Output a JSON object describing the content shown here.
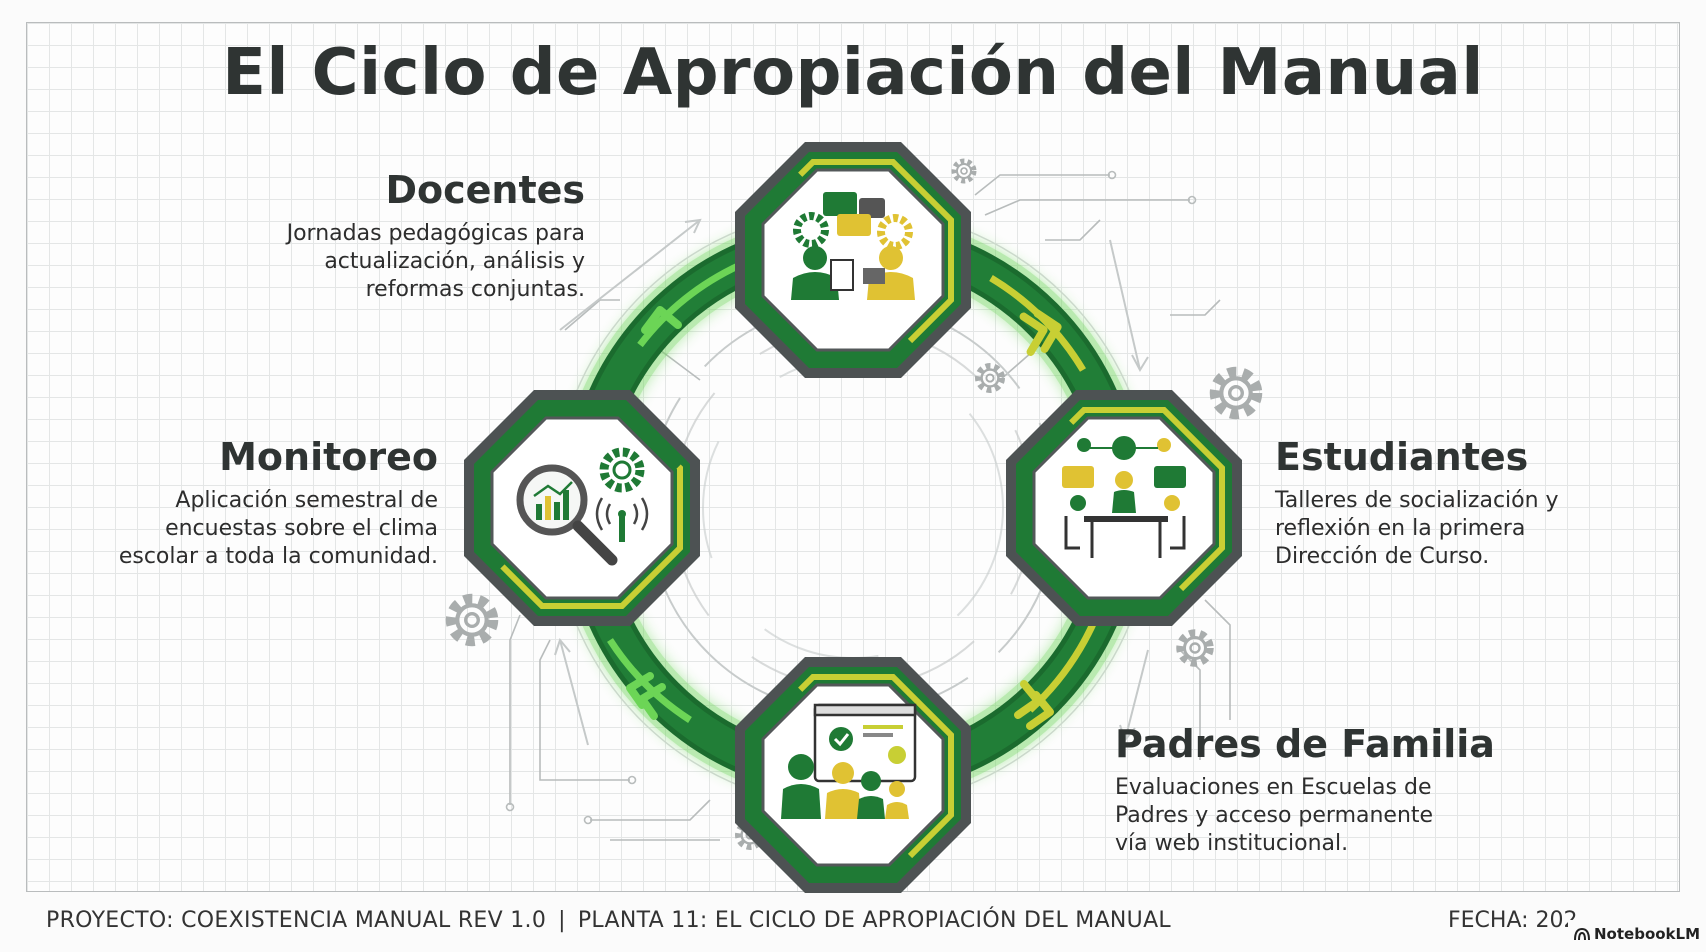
{
  "title": "El Ciclo de Apropiación del Manual",
  "stages": {
    "docentes": {
      "heading": "Docentes",
      "text": "Jornadas pedagógicas para\nactualización, análisis y\nreformas conjuntas."
    },
    "estudiantes": {
      "heading": "Estudiantes",
      "text": "Talleres de socialización y\nreflexión en la primera\nDirección de Curso."
    },
    "padres": {
      "heading": "Padres de Familia",
      "text": "Evaluaciones en Escuelas de\nPadres y acceso permanente\nvía web institucional."
    },
    "monitoreo": {
      "heading": "Monitoreo",
      "text": "Aplicación semestral de\nencuestas sobre el clima\nescolar a toda la comunidad."
    }
  },
  "footer": {
    "project": "PROYECTO: COEXISTENCIA MANUAL REV 1.0",
    "separator": "|",
    "plan": "PLANTA 11: EL CICLO DE APROPIACIÓN DEL MANUAL",
    "date": "FECHA: 202",
    "brand": "NotebookLM"
  },
  "colors": {
    "dark_green": "#1f7a35",
    "light_green": "#63cf4e",
    "lime": "#c8cf34",
    "gray_frame": "#555a5b",
    "grid": "#e4e6e6"
  },
  "icons": {
    "docentes": "meeting-teachers-icon",
    "estudiantes": "students-table-icon",
    "padres": "family-web-icon",
    "monitoreo": "monitoring-chart-icon"
  }
}
